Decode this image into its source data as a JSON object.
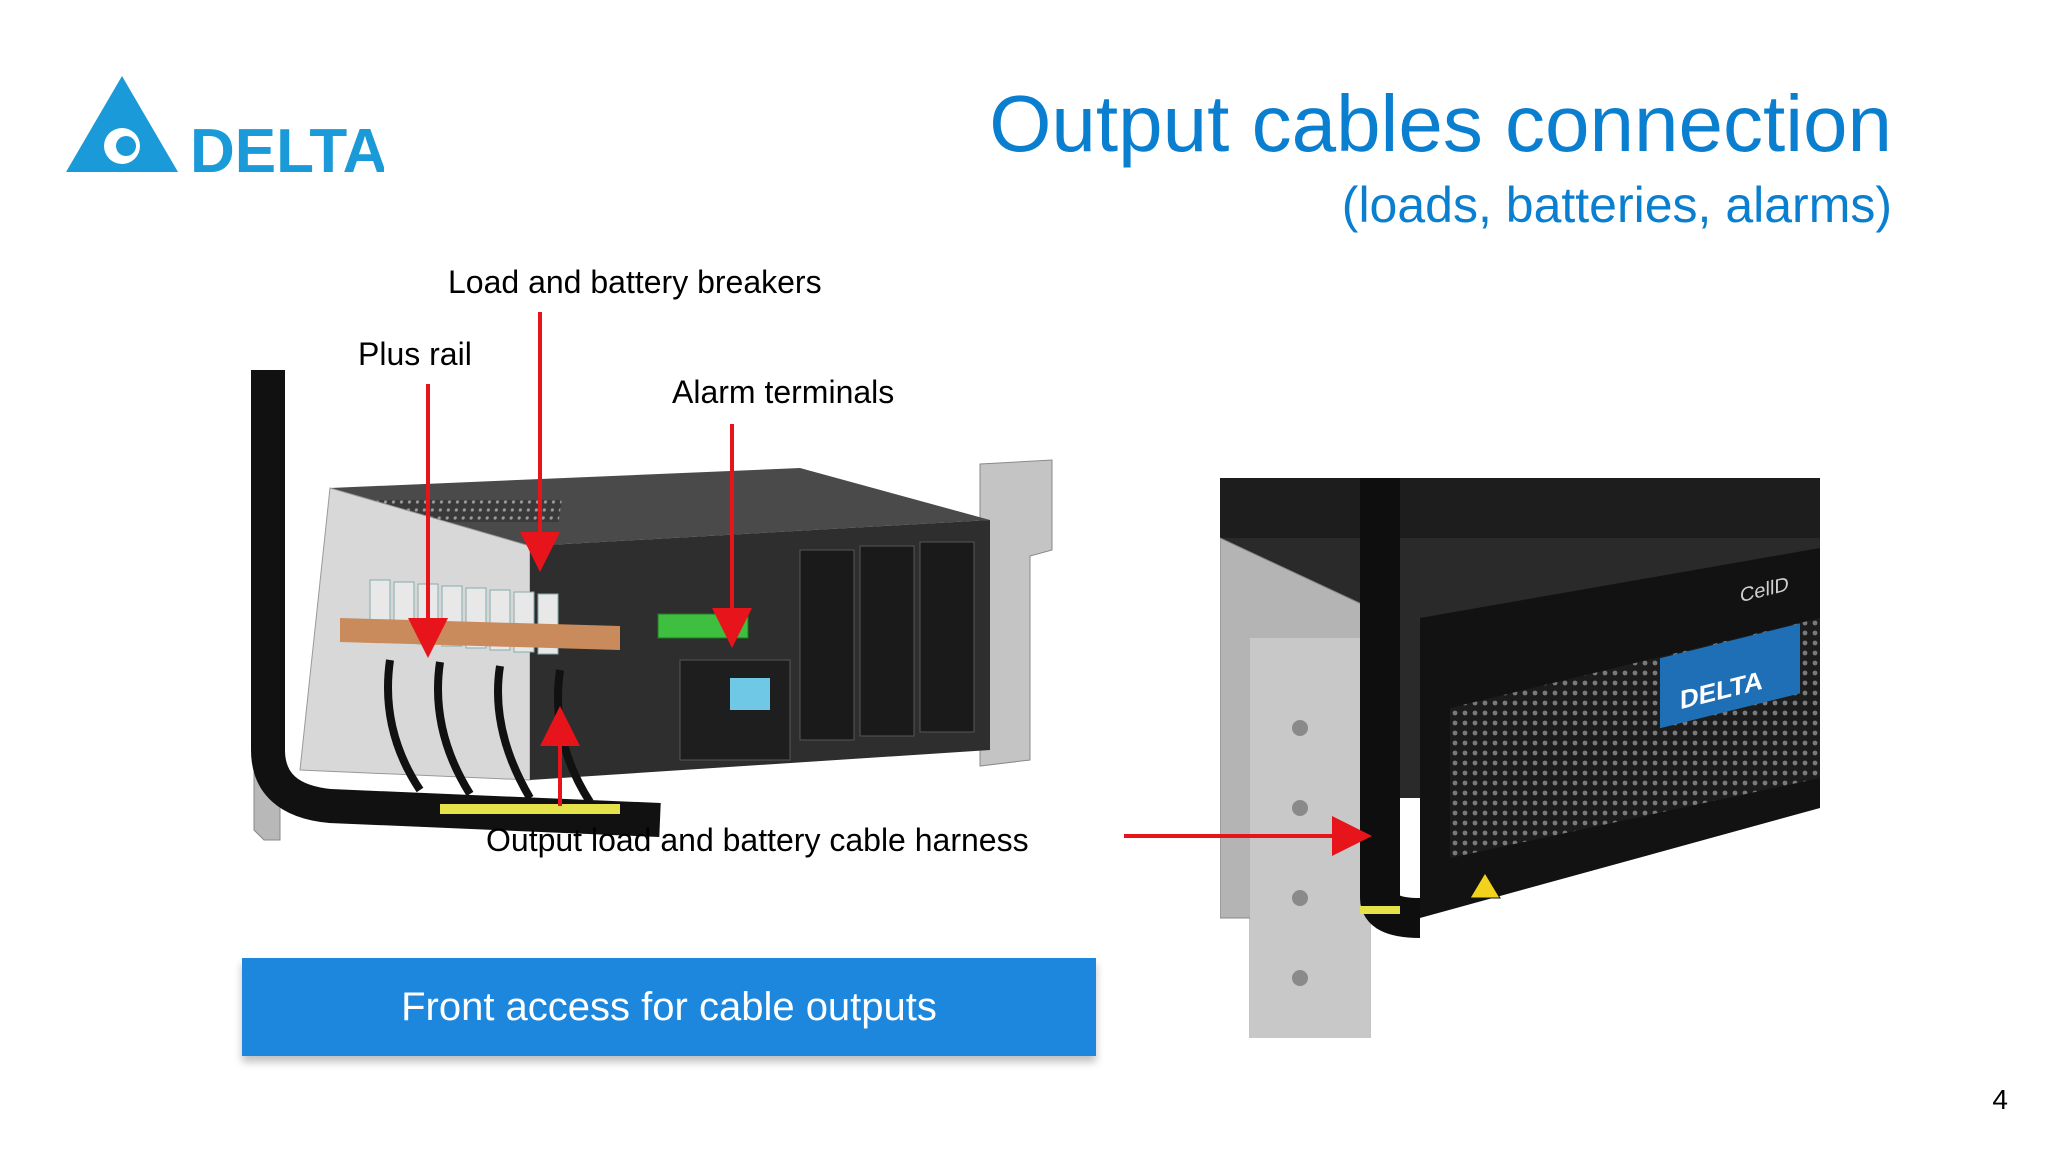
{
  "brand": {
    "logo_text": "DELTA",
    "brand_color": "#1a9ad8"
  },
  "title": "Output cables connection",
  "subtitle": "(loads, batteries, alarms)",
  "callouts": {
    "breakers": "Load and battery breakers",
    "plus_rail": "Plus rail",
    "alarm_terminals": "Alarm terminals",
    "harness": "Output load and battery cable harness"
  },
  "cta_label": "Front access for cable outputs",
  "closeup": {
    "unit_label": "CellD",
    "logo_text": "DELTA"
  },
  "page_number": "4",
  "colors": {
    "title": "#0a7fd0",
    "cta_background": "#1c87dc",
    "arrow": "#e8141c"
  }
}
